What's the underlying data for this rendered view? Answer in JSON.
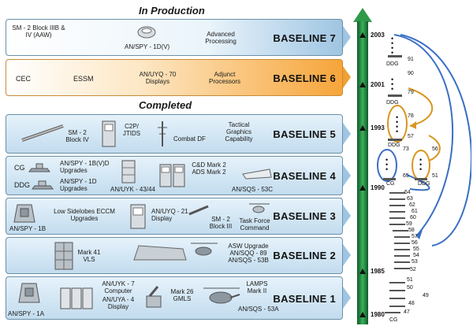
{
  "sections": {
    "in_production": "In Production",
    "completed": "Completed"
  },
  "baselines": [
    {
      "label": "BASELINE 7",
      "items": [
        "SM - 2 Block IIIB & IV (AAW)",
        "AN/SPY - 1D(V)",
        "Advanced Processing"
      ]
    },
    {
      "label": "BASELINE 6",
      "items": [
        "CEC",
        "ESSM",
        "AN/UYQ - 70 Displays",
        "Adjunct Processors"
      ]
    },
    {
      "label": "BASELINE 5",
      "items": [
        "SM - 2 Block IV",
        "C2P/ JTIDS",
        "Combat DF",
        "Tactical Graphics Capability"
      ]
    },
    {
      "label": "BASELINE 4",
      "items": [
        "CG",
        "AN/SPY - 1B(V)D Upgrades",
        "DDG",
        "AN/SPY - 1D Upgrades",
        "AN/UYK - 43/44",
        "C&D Mark 2 ADS Mark 2",
        "AN/SQS - 53C"
      ]
    },
    {
      "label": "BASELINE 3",
      "items": [
        "Low Sidelobes ECCM Upgrades",
        "AN/SPY - 1B",
        "AN/UYQ - 21 Display",
        "SM - 2 Block III",
        "Task Force Command"
      ]
    },
    {
      "label": "BASELINE 2",
      "items": [
        "Mark 41 VLS",
        "ASW Upgrade AN/SQQ - 89 AN/SQS - 53B"
      ]
    },
    {
      "label": "BASELINE 1",
      "items": [
        "AN/UYK - 7 Computer",
        "AN/UYA - 4 Display",
        "Mark 26 GMLS",
        "LAMPS Mark II",
        "AN/SQS - 53A",
        "AN/SPY - 1A"
      ]
    }
  ],
  "timeline": {
    "years": [
      "2003",
      "2001",
      "1993",
      "1990",
      "1985",
      "1980"
    ],
    "hull_numbers": [
      "91",
      "90",
      "79",
      "78",
      "57",
      "73",
      "56",
      "65",
      "51",
      "64",
      "63",
      "62",
      "61",
      "60",
      "59",
      "58",
      "57",
      "56",
      "55",
      "54",
      "53",
      "52",
      "51",
      "50",
      "49",
      "48",
      "47"
    ],
    "ship_tags": [
      "DDG",
      "DDG",
      "DDG",
      "CG",
      "DDG",
      "CG"
    ]
  },
  "colors": {
    "band_blue": "#c2dcee",
    "band_orange": "#f6a53a",
    "timeline_green": "#1e7a3a",
    "arrow_orange": "#d9961f",
    "arrow_blue": "#3a6fc4"
  }
}
